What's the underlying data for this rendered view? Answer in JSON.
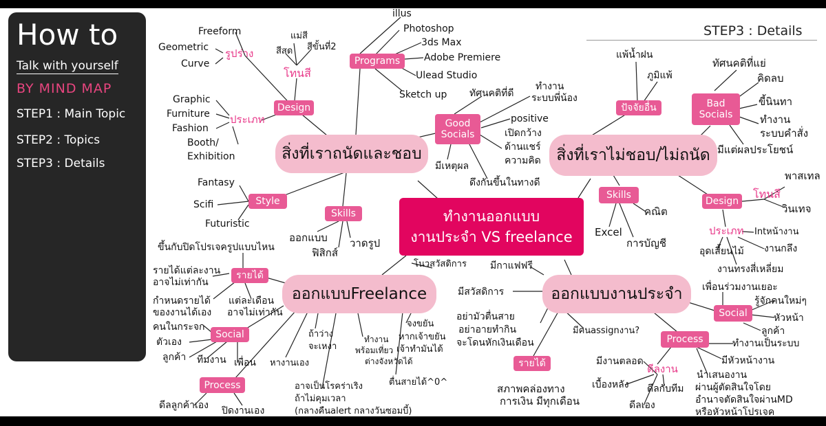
{
  "sidebar": {
    "how_to": "How to",
    "subtitle": "Talk with yourself",
    "by_mind_map": "BY MIND MAP",
    "steps": [
      "STEP1 : Main Topic",
      "STEP2 : Topics",
      "STEP3 : Details"
    ]
  },
  "header": {
    "step_title": "STEP3 : Details"
  },
  "center": {
    "line1": "ทำงานออกแบบ",
    "line2": "งานประจำ VS freelance"
  },
  "topics": {
    "like": "สิ่งที่เราถนัดและชอบ",
    "dislike": "สิ่งที่เราไม่ชอบ/ไม่ถนัด",
    "freelance": "ออกแบบFreelance",
    "fulltime": "ออกแบบงานประจำ"
  },
  "like": {
    "design": "Design",
    "shape": "รูปร่าง",
    "shape_items": [
      "Freeform",
      "Geometric",
      "Curve"
    ],
    "tone": "โทนสี",
    "tone_items": [
      "แม่สี",
      "สีสด",
      "สีขั้นที่2"
    ],
    "type": "ประเภท",
    "type_items": [
      "Graphic",
      "Furniture",
      "Fashion",
      "Booth/",
      "Exhibition"
    ],
    "programs": "Programs",
    "program_items": [
      "illus",
      "Photoshop",
      "3ds Max",
      "Adobe Premiere",
      "Ulead Studio",
      "Sketch up"
    ],
    "style": "Style",
    "style_items": [
      "Fantasy",
      "Scifi",
      "Futuristic"
    ],
    "skills": "Skills",
    "skill_items": [
      "ออกแบบ",
      "ฟิสิกส์",
      "วาดรูป"
    ]
  },
  "good": {
    "label_line1": "Good",
    "label_line2": "Socials",
    "items": [
      "ทัศนคติที่ดี",
      "ทำงาน",
      "ระบบพี่น้อง",
      "positive",
      "เปิดกว้าง",
      "ด้านแชร์",
      "ความคิด",
      "มีเหตุผล",
      "ดึงกันขึ้นในทางดี"
    ]
  },
  "dislike": {
    "factor": "ปัจจัยอื่น",
    "factor_items": [
      "แพ้น้ำฝน",
      "ภูมิแพ้"
    ],
    "bad_line1": "Bad",
    "bad_line2": "Socials",
    "bad_items": [
      "ทัศนคติที่แย่",
      "คิดลบ",
      "ขี้นินทา",
      "ทำงาน",
      "ระบบคำสั่ง",
      "มีแต่ผลประโยชน์"
    ],
    "skills": "Skills",
    "skill_items": [
      "คณิต",
      "Excel",
      "การบัญชี"
    ],
    "design": "Design",
    "tone": "โทนสี",
    "tone_items": [
      "พาสเทล",
      "วินเทจ"
    ],
    "type": "ประเภท",
    "type_items": [
      "Intหน้างาน",
      "งานกลึง",
      "อุดเสี้ยนไม้",
      "งานทรงสี่เหลี่ยม"
    ]
  },
  "freelance": {
    "income": "รายได้",
    "income_items": [
      "ขึ้นกับปิดโปรเจครูปแบบไหน",
      "รายได้แต่ละงาน",
      "อาจไม่เท่ากัน",
      "กำหนดรายได้",
      "ของงานได้เอง",
      "แต่ละเดือน",
      "อาจไม่เท่ากัน"
    ],
    "social": "Social",
    "social_items": [
      "คนในกระจก",
      "ตัวเอง",
      "ลูกค้า",
      "ทีมงาน",
      "เพื่อน"
    ],
    "process": "Process",
    "process_items": [
      "ดีลลูกค้าเอง",
      "ปิดงานเอง"
    ],
    "misc": [
      "โนวสวัสดิการ",
      "ถ้าว่าง",
      "จะเหงา",
      "หางานเอง",
      "ทำงาน",
      "พร้อมเที่ยว",
      "ต่างจังหวัดได้",
      "จงขยัน",
      "หากเจ้าขยัน",
      "เจ้าทำมันได้",
      "อาจเป็นโรคร่าเริง",
      "ถ้าไม่คุมเวลา",
      "(กลางคืนalert กลางวันซอมบี้)",
      "ตื่นสายได้^0^"
    ]
  },
  "fulltime": {
    "misc": [
      "มีกาแฟฟรี",
      "มีสวัสดิการ",
      "อย่ามัวตื่นสาย",
      "อย่าอายทำกิน",
      "จะโดนหักเงินเดือน",
      "มีคนassignงาน?"
    ],
    "income": "รายได้",
    "income_items": [
      "สภาพคล่องทาง",
      "การเงิน มีทุกเดือน"
    ],
    "social": "Social",
    "social_items": [
      "เพื่อนร่วมงานเยอะ",
      "รู้จักคนใหม่ๆ",
      "หัวหน้า",
      "ลูกค้า"
    ],
    "process": "Process",
    "process_items": [
      "ทำงานเป็นระบบ",
      "มีหัวหน้างาน",
      "นำเสนองาน",
      "ผ่านผู้ตัดสินใจโดย",
      "อำนาจตัดสินใจผ่านMD",
      "หรือหัวหน้าโปรเจค"
    ],
    "deal": "ดีลงาน",
    "deal_items": [
      "มีงานตลอด",
      "เบื้องหลัง",
      "ดีลกับทีม",
      "ดีลเอง"
    ]
  },
  "colors": {
    "accent": "#e85a95",
    "center": "#e2055f",
    "topic": "#f4bccd",
    "panel": "#262626"
  }
}
